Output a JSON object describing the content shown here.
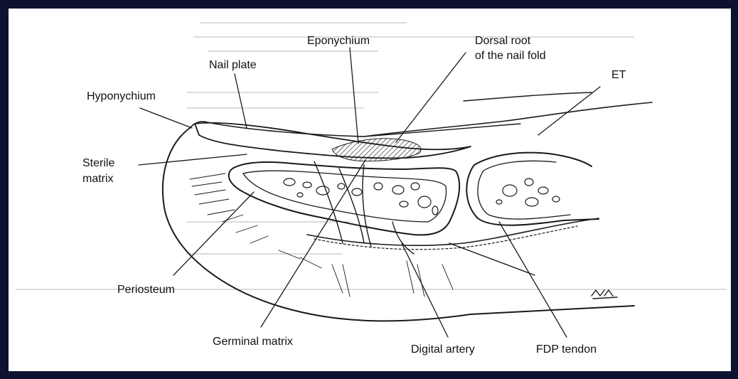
{
  "colors": {
    "frame": "#0c1230",
    "panel": "#ffffff",
    "ink": "#1a1a1a"
  },
  "labels": {
    "eponychium": "Eponychium",
    "dorsal_root_1": "Dorsal root",
    "dorsal_root_2": "of the nail fold",
    "nail_plate": "Nail plate",
    "et": "ET",
    "hyponychium": "Hyponychium",
    "sterile_1": "Sterile",
    "sterile_2": "matrix",
    "periosteum": "Periosteum",
    "germinal_matrix": "Germinal matrix",
    "digital_artery": "Digital artery",
    "fdp_tendon": "FDP tendon",
    "signature": "EFG"
  }
}
